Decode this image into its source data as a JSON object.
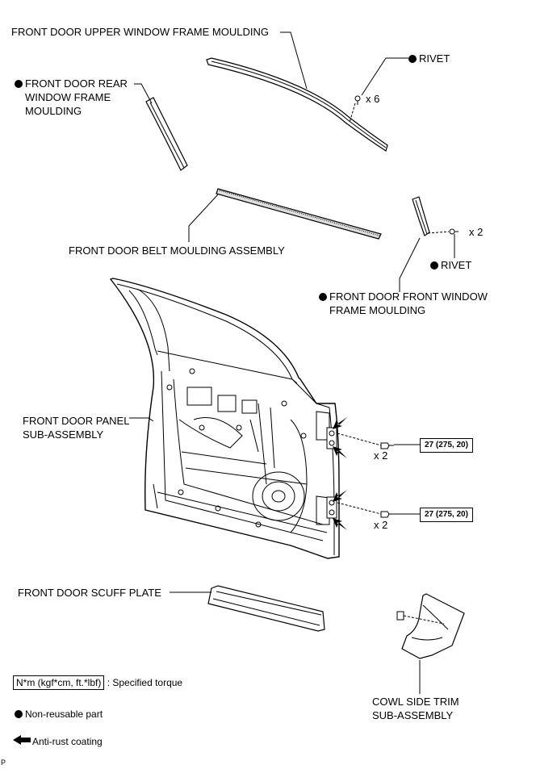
{
  "labels": {
    "upper_moulding": "FRONT DOOR UPPER WINDOW FRAME MOULDING",
    "rivet_top": "RIVET",
    "rivet_top_qty": "x 6",
    "rear_moulding_l1": "FRONT DOOR REAR",
    "rear_moulding_l2": "WINDOW FRAME",
    "rear_moulding_l3": "MOULDING",
    "belt_moulding": "FRONT DOOR BELT MOULDING ASSEMBLY",
    "rivet_mid_qty": "x 2",
    "rivet_mid": "RIVET",
    "front_moulding_l1": "FRONT DOOR FRONT WINDOW",
    "front_moulding_l2": "FRAME MOULDING",
    "door_panel_l1": "FRONT DOOR PANEL",
    "door_panel_l2": "SUB-ASSEMBLY",
    "bolt_upper_qty": "x 2",
    "bolt_lower_qty": "x 2",
    "scuff_plate": "FRONT DOOR SCUFF PLATE",
    "cowl_l1": "COWL SIDE TRIM",
    "cowl_l2": "SUB-ASSEMBLY",
    "page_mark": "P"
  },
  "torques": {
    "upper": "27 (275, 20)",
    "lower": "27 (275, 20)"
  },
  "legend": {
    "torque_box": "N*m (kgf*cm, ft.*lbf)",
    "torque_text": ": Specified torque",
    "non_reusable": "Non-reusable part",
    "anti_rust": "Anti-rust coating"
  }
}
